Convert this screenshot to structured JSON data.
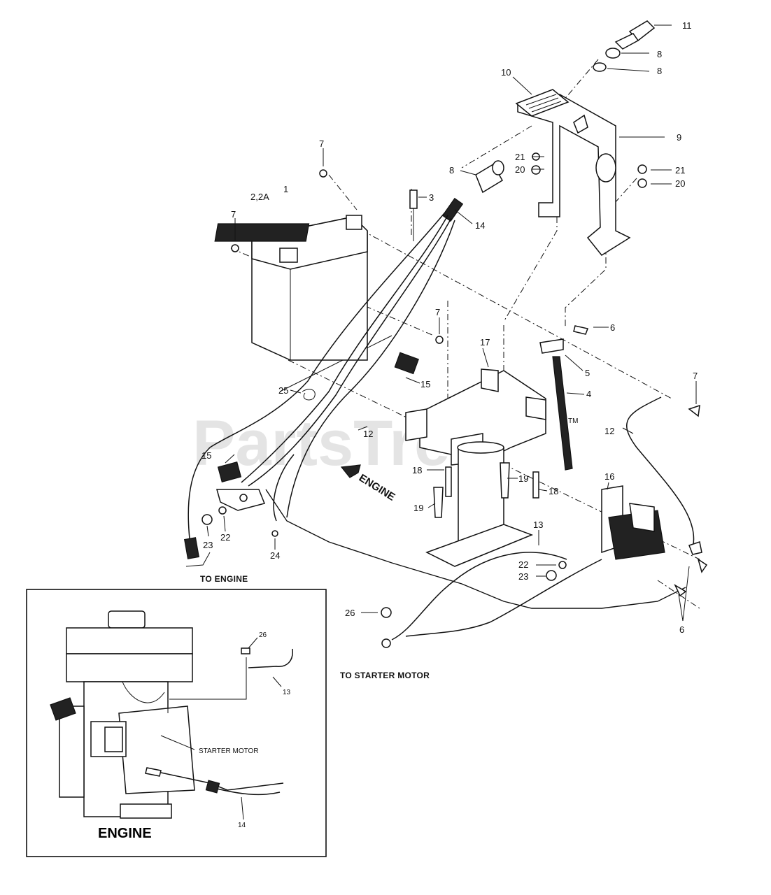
{
  "watermark": "PartsTree",
  "watermark_tm": "TM",
  "captions": {
    "to_engine": "TO ENGINE",
    "to_starter_motor": "TO STARTER MOTOR",
    "engine_arrow": "ENGINE",
    "inset_title": "ENGINE",
    "starter_motor": "STARTER MOTOR"
  },
  "callouts": {
    "c1": "1",
    "c2": "2,2A",
    "c3": "3",
    "c4": "4",
    "c5": "5",
    "c6a": "6",
    "c6b": "6",
    "c7a": "7",
    "c7b": "7",
    "c7c": "7",
    "c7d": "7",
    "c8a": "8",
    "c8b": "8",
    "c8c": "8",
    "c9": "9",
    "c10": "10",
    "c11": "11",
    "c12a": "12",
    "c12b": "12",
    "c13a": "13",
    "c13b": "13",
    "c14a": "14",
    "c14b": "14",
    "c15a": "15",
    "c15b": "15",
    "c16": "16",
    "c17": "17",
    "c18a": "18",
    "c18b": "18",
    "c19a": "19",
    "c19b": "19",
    "c20a": "20",
    "c20b": "20",
    "c21a": "21",
    "c21b": "21",
    "c22a": "22",
    "c22b": "22",
    "c23a": "23",
    "c23b": "23",
    "c24": "24",
    "c25": "25",
    "c26a": "26",
    "c26b": "26"
  }
}
